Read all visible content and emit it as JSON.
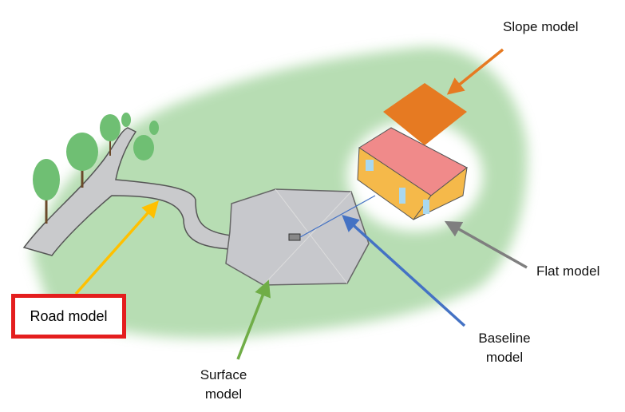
{
  "labels": {
    "slope": "Slope model",
    "flat": "Flat model",
    "baseline_line1": "Baseline",
    "baseline_line2": "model",
    "surface_line1": "Surface",
    "surface_line2": "model",
    "road": "Road model"
  },
  "colors": {
    "slope": "#e67a22",
    "flat": "#7f7f7f",
    "baseline": "#4472c4",
    "surface": "#70ad47",
    "road_arrow": "#ffc000",
    "road_box": "#e41e1e"
  }
}
